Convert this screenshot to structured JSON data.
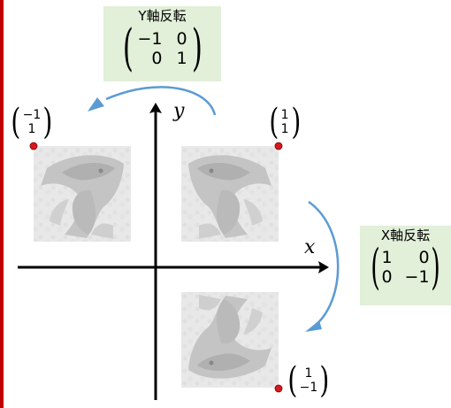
{
  "y_flip": {
    "title": "Y軸反転",
    "matrix": [
      "−1",
      "0",
      "0",
      "1"
    ]
  },
  "x_flip": {
    "title": "X軸反転",
    "matrix": [
      "1",
      "0",
      "0",
      "−1"
    ]
  },
  "vectors": {
    "top_left": [
      "−1",
      "1"
    ],
    "top_right": [
      "1",
      "1"
    ],
    "bottom_right": [
      "1",
      "−1"
    ]
  },
  "axes": {
    "x_label": "x",
    "y_label": "y"
  },
  "colors": {
    "arrow": "#5b9bd5",
    "box_fill": "#e2efd9",
    "point": "#d9181e",
    "left_edge": "#c00000"
  }
}
